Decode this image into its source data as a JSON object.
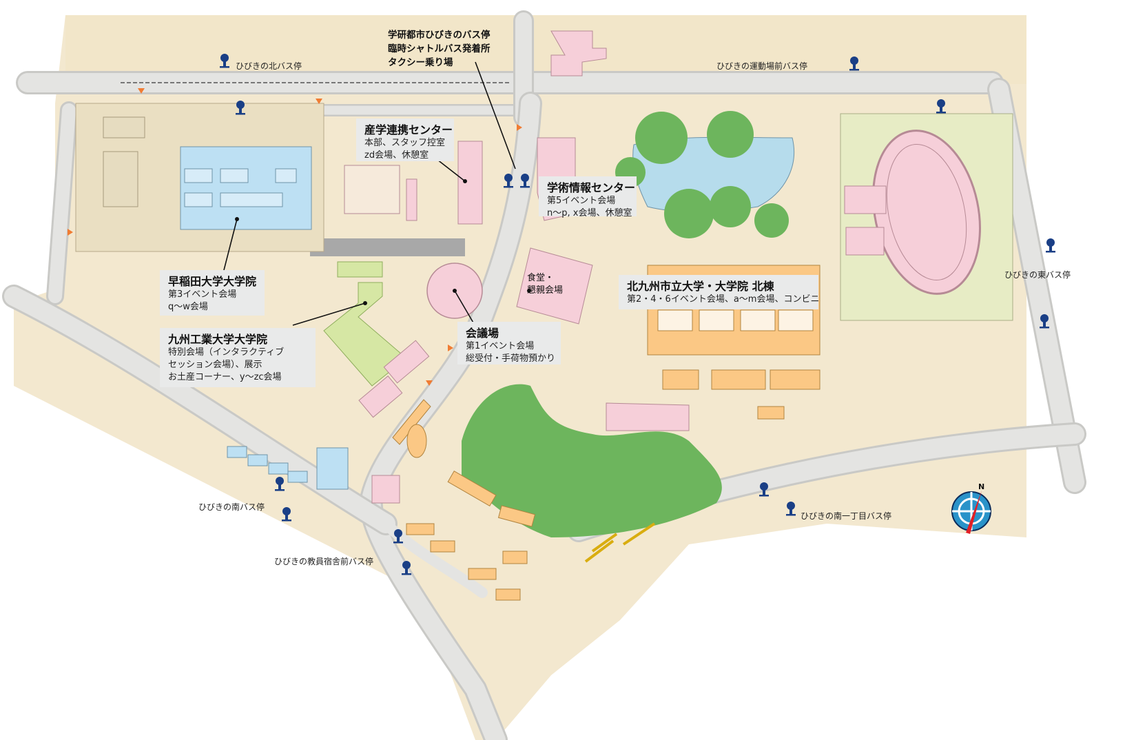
{
  "map": {
    "colors": {
      "land": "#f3e8cf",
      "road": "#e4e4e2",
      "road_edge": "#c9c9c6",
      "grass": "#6db55d",
      "grass_light": "#a9cf8a",
      "water": "#b6dcec",
      "building_pink": "#f6cfd9",
      "building_blue": "#bde0f3",
      "building_orange": "#fbc885",
      "building_yellow": "#f6cf2e",
      "building_green": "#d6e7a4",
      "gray_block": "#a8a8a8",
      "pin": "#1a3f86",
      "accent_orange": "#f07c33"
    },
    "bus_stops": [
      {
        "label": "ひびきの北バス停"
      },
      {
        "label": "ひびきの運動場前バス停"
      },
      {
        "label": "ひびきの東バス停"
      },
      {
        "label": "ひびきの南バス停"
      },
      {
        "label": "ひびきの教員宿舎前バス停"
      },
      {
        "label": "ひびきの南一丁目バス停"
      }
    ],
    "shuttle": {
      "line1": "学研都市ひびきのバス停",
      "line2": "臨時シャトルバス発着所",
      "line3": "タクシー乗り場"
    },
    "cafeteria": {
      "line1": "食堂・",
      "line2": "懇親会場"
    },
    "compass_label": "N"
  },
  "callouts": {
    "waseda": {
      "title": "早稲田大学大学院",
      "lines": [
        "第3イベント会場",
        "q～w会場"
      ]
    },
    "kyutech": {
      "title": "九州工業大学大学院",
      "lines": [
        "特別会場（インタラクティブ",
        "セッション会場）、展示",
        "お土産コーナー、y～zc会場"
      ]
    },
    "sangaku": {
      "title": "産学連携センター",
      "lines": [
        "本部、スタッフ控室",
        "zd会場、休憩室"
      ]
    },
    "gakujutsu": {
      "title": "学術情報センター",
      "lines": [
        "第5イベント会場",
        "n～p, x会場、休憩室"
      ]
    },
    "kaigijo": {
      "title": "会議場",
      "lines": [
        "第1イベント会場",
        "総受付・手荷物預かり"
      ]
    },
    "kitakyushu": {
      "title": "北九州市立大学・大学院 北棟",
      "lines": [
        "第2・4・6イベント会場、a～m会場、コンビニ"
      ]
    }
  }
}
